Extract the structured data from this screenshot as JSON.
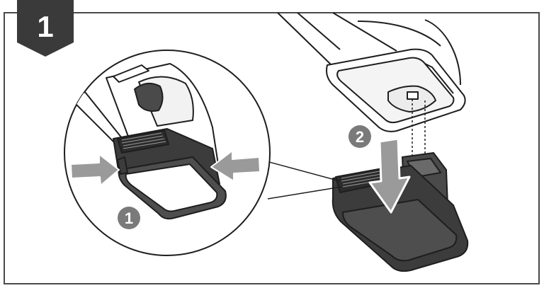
{
  "step_badge": {
    "number": "1",
    "color": "#3a3a3a"
  },
  "callouts": [
    {
      "number": "1",
      "color": "#7a7a7a"
    },
    {
      "number": "2",
      "color": "#7a7a7a"
    }
  ],
  "colors": {
    "frame": "#4a4a4a",
    "arrow_gray": "#9a9a9a",
    "battery_dark": "#3c3c3c",
    "line": "#1e1e1e"
  },
  "icons": [
    "press-arrow-left-icon",
    "press-arrow-right-icon",
    "insert-arrow-down-icon"
  ]
}
